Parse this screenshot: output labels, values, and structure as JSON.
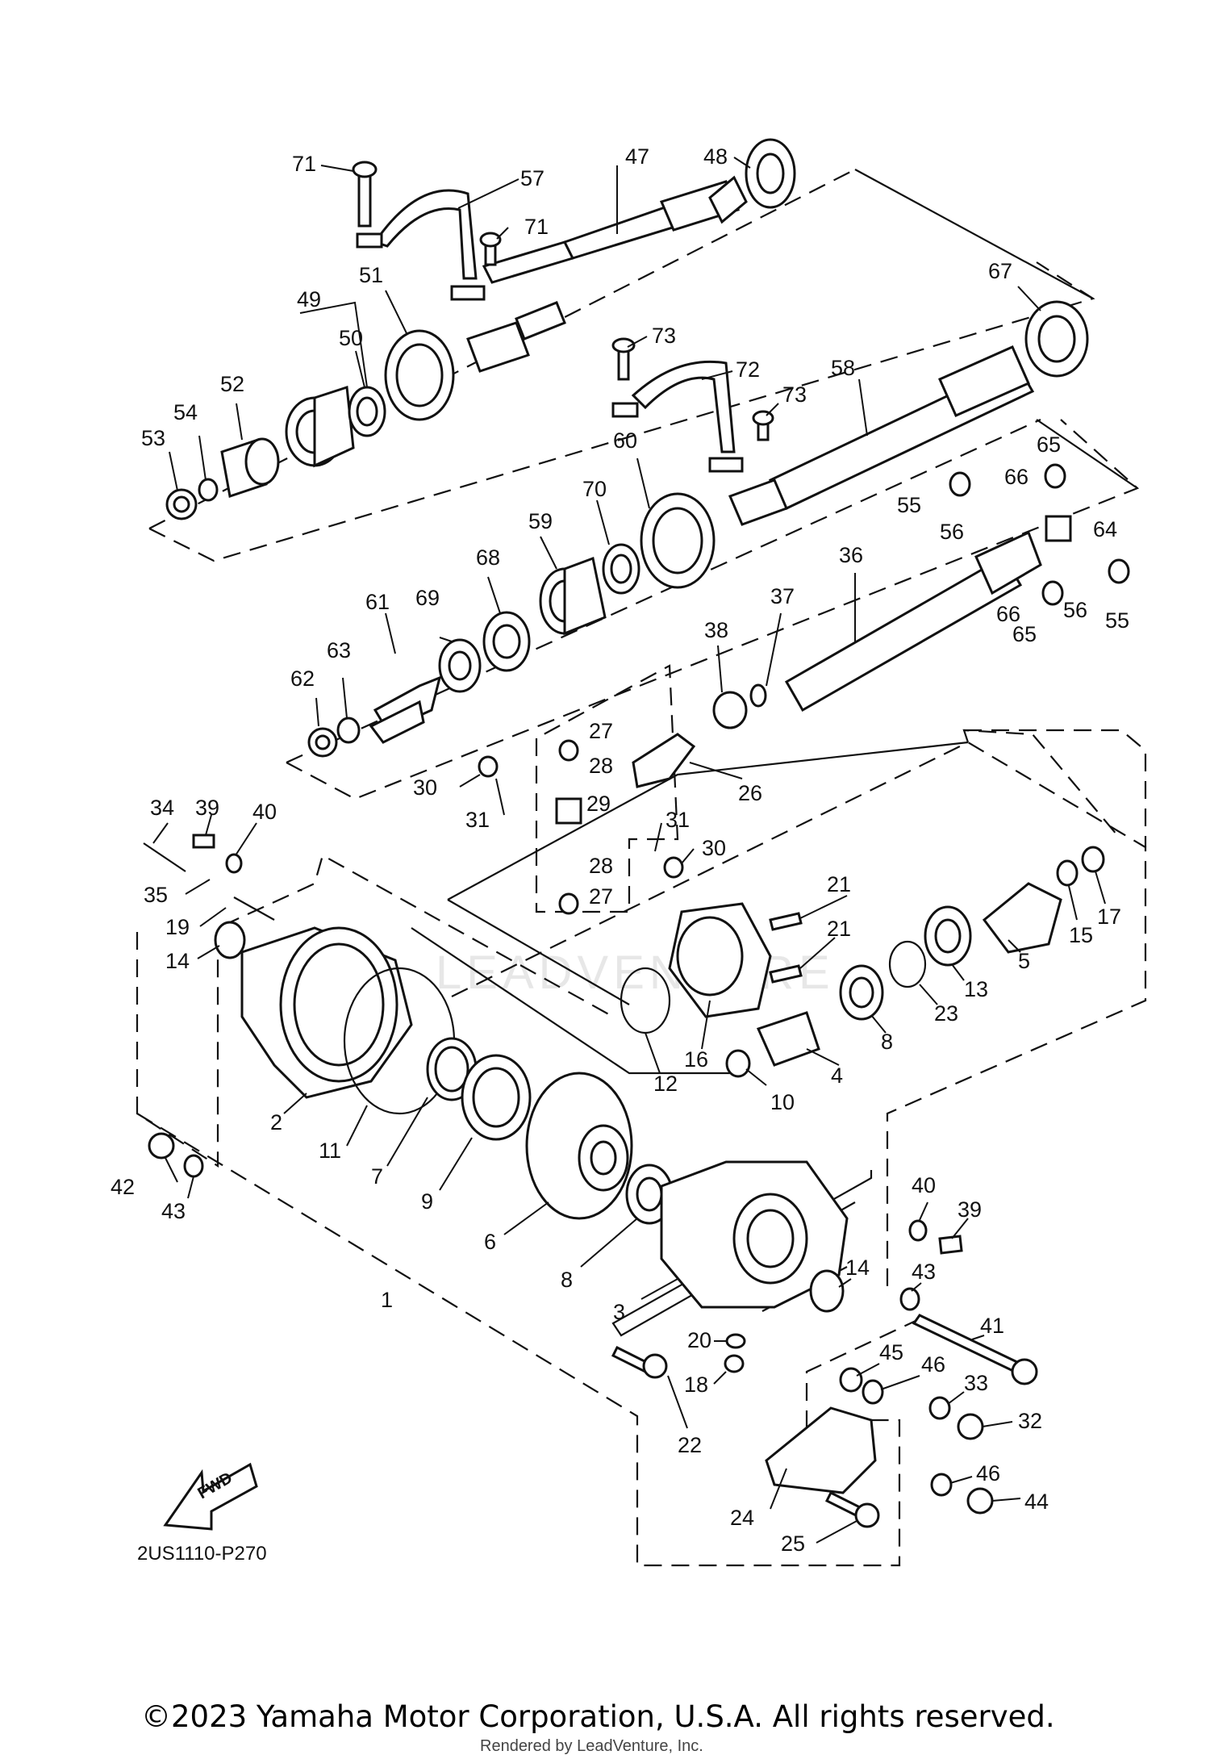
{
  "diagram": {
    "code": "2US1110-P270",
    "copyright": "©2023 Yamaha Motor Corporation, U.S.A. All rights reserved.",
    "rendered_by": "Rendered by LeadVenture, Inc.",
    "watermark": "LEADVENTURE",
    "fwd_label": "FWD"
  },
  "callouts": [
    {
      "id": "c71a",
      "text": "71"
    },
    {
      "id": "c57",
      "text": "57"
    },
    {
      "id": "c71b",
      "text": "71"
    },
    {
      "id": "c47",
      "text": "47"
    },
    {
      "id": "c48",
      "text": "48"
    },
    {
      "id": "c67",
      "text": "67"
    },
    {
      "id": "c51",
      "text": "51"
    },
    {
      "id": "c49",
      "text": "49"
    },
    {
      "id": "c50",
      "text": "50"
    },
    {
      "id": "c52",
      "text": "52"
    },
    {
      "id": "c54",
      "text": "54"
    },
    {
      "id": "c53",
      "text": "53"
    },
    {
      "id": "c73a",
      "text": "73"
    },
    {
      "id": "c72",
      "text": "72"
    },
    {
      "id": "c58",
      "text": "58"
    },
    {
      "id": "c73b",
      "text": "73"
    },
    {
      "id": "c60",
      "text": "60"
    },
    {
      "id": "c70",
      "text": "70"
    },
    {
      "id": "c59",
      "text": "59"
    },
    {
      "id": "c65a",
      "text": "65"
    },
    {
      "id": "c66a",
      "text": "66"
    },
    {
      "id": "c55a",
      "text": "55"
    },
    {
      "id": "c56a",
      "text": "56"
    },
    {
      "id": "c64",
      "text": "64"
    },
    {
      "id": "c66b",
      "text": "66"
    },
    {
      "id": "c56b",
      "text": "56"
    },
    {
      "id": "c55b",
      "text": "55"
    },
    {
      "id": "c65b",
      "text": "65"
    },
    {
      "id": "c36",
      "text": "36"
    },
    {
      "id": "c37",
      "text": "37"
    },
    {
      "id": "c38",
      "text": "38"
    },
    {
      "id": "c68",
      "text": "68"
    },
    {
      "id": "c69",
      "text": "69"
    },
    {
      "id": "c61",
      "text": "61"
    },
    {
      "id": "c63",
      "text": "63"
    },
    {
      "id": "c62",
      "text": "62"
    },
    {
      "id": "c27a",
      "text": "27"
    },
    {
      "id": "c28a",
      "text": "28"
    },
    {
      "id": "c29",
      "text": "29"
    },
    {
      "id": "c26",
      "text": "26"
    },
    {
      "id": "c30a",
      "text": "30"
    },
    {
      "id": "c31a",
      "text": "31"
    },
    {
      "id": "c31b",
      "text": "31"
    },
    {
      "id": "c30b",
      "text": "30"
    },
    {
      "id": "c28b",
      "text": "28"
    },
    {
      "id": "c27b",
      "text": "27"
    },
    {
      "id": "c34",
      "text": "34"
    },
    {
      "id": "c39a",
      "text": "39"
    },
    {
      "id": "c40a",
      "text": "40"
    },
    {
      "id": "c35",
      "text": "35"
    },
    {
      "id": "c19",
      "text": "19"
    },
    {
      "id": "c14a",
      "text": "14"
    },
    {
      "id": "c21a",
      "text": "21"
    },
    {
      "id": "c21b",
      "text": "21"
    },
    {
      "id": "c17",
      "text": "17"
    },
    {
      "id": "c15",
      "text": "15"
    },
    {
      "id": "c5",
      "text": "5"
    },
    {
      "id": "c13",
      "text": "13"
    },
    {
      "id": "c23",
      "text": "23"
    },
    {
      "id": "c8a",
      "text": "8"
    },
    {
      "id": "c16",
      "text": "16"
    },
    {
      "id": "c12",
      "text": "12"
    },
    {
      "id": "c4",
      "text": "4"
    },
    {
      "id": "c10",
      "text": "10"
    },
    {
      "id": "c2",
      "text": "2"
    },
    {
      "id": "c11",
      "text": "11"
    },
    {
      "id": "c7",
      "text": "7"
    },
    {
      "id": "c9",
      "text": "9"
    },
    {
      "id": "c6",
      "text": "6"
    },
    {
      "id": "c8b",
      "text": "8"
    },
    {
      "id": "c42",
      "text": "42"
    },
    {
      "id": "c43a",
      "text": "43"
    },
    {
      "id": "c1",
      "text": "1"
    },
    {
      "id": "c40b",
      "text": "40"
    },
    {
      "id": "c39b",
      "text": "39"
    },
    {
      "id": "c14b",
      "text": "14"
    },
    {
      "id": "c43b",
      "text": "43"
    },
    {
      "id": "c41",
      "text": "41"
    },
    {
      "id": "c3",
      "text": "3"
    },
    {
      "id": "c20",
      "text": "20"
    },
    {
      "id": "c18",
      "text": "18"
    },
    {
      "id": "c45",
      "text": "45"
    },
    {
      "id": "c46a",
      "text": "46"
    },
    {
      "id": "c33",
      "text": "33"
    },
    {
      "id": "c32",
      "text": "32"
    },
    {
      "id": "c22",
      "text": "22"
    },
    {
      "id": "c46b",
      "text": "46"
    },
    {
      "id": "c44",
      "text": "44"
    },
    {
      "id": "c24",
      "text": "24"
    },
    {
      "id": "c25",
      "text": "25"
    }
  ]
}
